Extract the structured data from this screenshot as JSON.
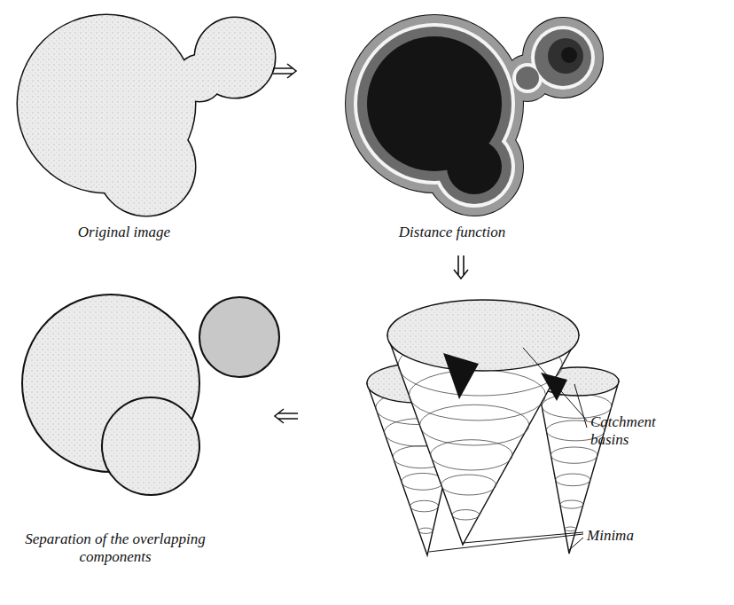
{
  "diagram": {
    "labels": [
      "Original image",
      "Distance function",
      "Catchment basins",
      "Minima",
      "Separation of the overlapping components"
    ]
  }
}
